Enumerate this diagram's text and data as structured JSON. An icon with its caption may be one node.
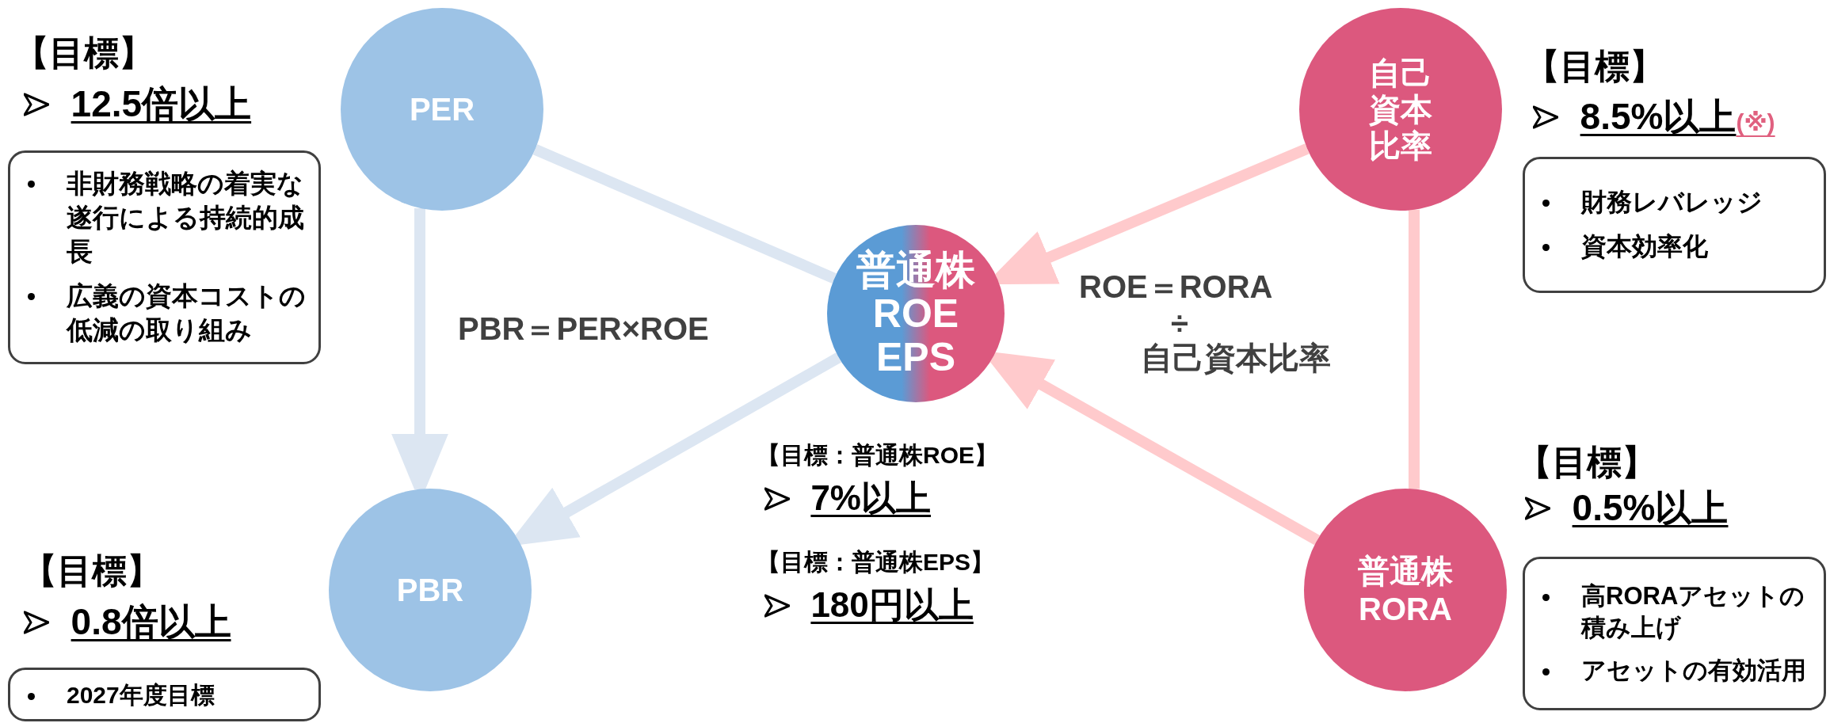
{
  "diagram": {
    "nodes": [
      {
        "text": [
          "PER"
        ]
      },
      {
        "text": [
          "非財務戦略の着実な遂行による持続的成長",
          "広義の資本コストの低減の取り組み"
        ]
      },
      {
        "text": [
          "PBR"
        ]
      },
      {
        "text": [
          "2027年度目標"
        ]
      },
      {
        "text": [
          "普通株 ROE EPS"
        ]
      },
      {
        "text": [
          "自己資本比率"
        ]
      },
      {
        "text": [
          "財務レバレッジ",
          "資本効率化"
        ]
      },
      {
        "text": [
          "普通株 RORA"
        ]
      },
      {
        "text": [
          "高RORAアセットの積み上げ",
          "アセットの有効活用"
        ]
      }
    ],
    "edges": [
      {
        "from": 0,
        "to": 2,
        "arrow": "to",
        "color": "#dce6f2"
      },
      {
        "from": 0,
        "to": 4,
        "arrow": "none",
        "color": "#dce6f2"
      },
      {
        "from": 4,
        "to": 2,
        "arrow": "to",
        "color": "#dce6f2"
      },
      {
        "from": 5,
        "to": 4,
        "arrow": "to",
        "color": "#ffcacc"
      },
      {
        "from": 7,
        "to": 4,
        "arrow": "to",
        "color": "#ffcacc"
      },
      {
        "from": 5,
        "to": 7,
        "arrow": "none",
        "color": "#ffcacc"
      }
    ],
    "labels": [
      "【目標】",
      "12.5倍以上",
      "PBR＝PER×ROE",
      "【目標】",
      "0.8倍以上",
      "ROE＝RORA",
      "÷",
      "自己資本比率",
      "【目標：普通株ROE】",
      "7%以上",
      "【目標：普通株EPS】",
      "180円以上",
      "【目標】",
      "8.5%以上",
      "(※)",
      "【目標】",
      "0.5%以上"
    ]
  }
}
